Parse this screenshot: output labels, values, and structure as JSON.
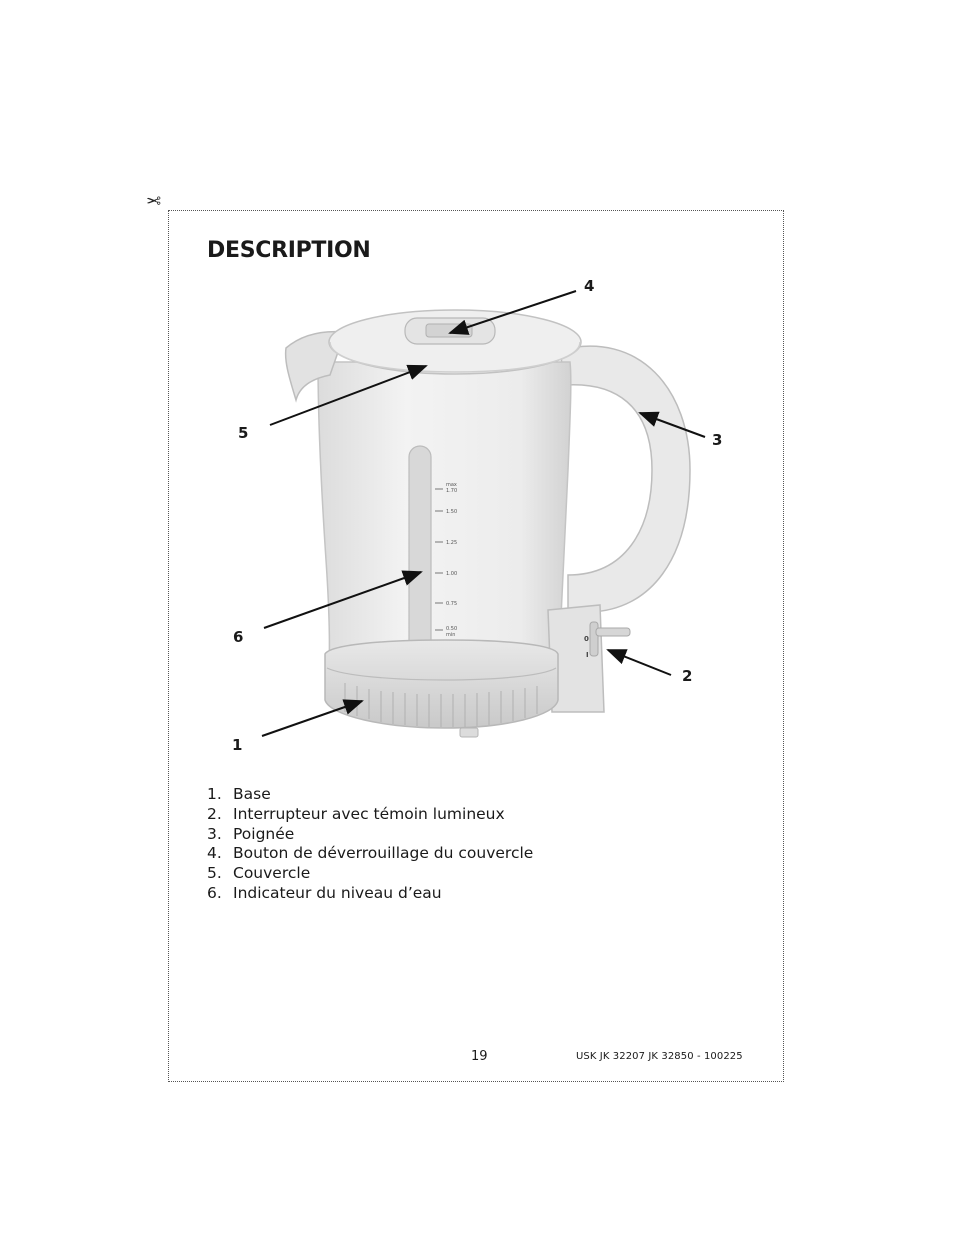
{
  "scissors_icon": "scissors-icon",
  "title": "DESCRIPTION",
  "callouts": [
    "4",
    "5",
    "3",
    "6",
    "2",
    "1"
  ],
  "gauge": {
    "max_label": "max",
    "ticks": [
      "1.70",
      "1.50",
      "1.25",
      "1.00",
      "0.75",
      "0.50"
    ],
    "min_label": "min"
  },
  "switch_marks": [
    "0",
    "I"
  ],
  "legend": [
    {
      "num": "1.",
      "label": "Base"
    },
    {
      "num": "2.",
      "label": "Interrupteur avec témoin lumineux"
    },
    {
      "num": "3.",
      "label": "Poignée"
    },
    {
      "num": "4.",
      "label": "Bouton de déverrouillage du couvercle"
    },
    {
      "num": "5.",
      "label": "Couvercle"
    },
    {
      "num": "6.",
      "label": "Indicateur du niveau d’eau"
    }
  ],
  "footer": {
    "page_number": "19",
    "model_code": "USK JK 32207 JK 32850 - 100225"
  }
}
